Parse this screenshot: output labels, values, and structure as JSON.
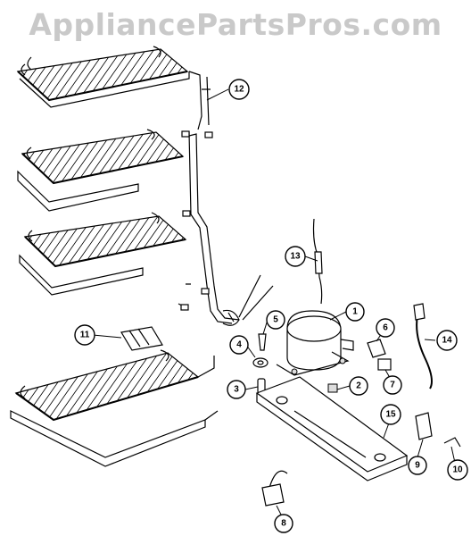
{
  "watermark": "AppliancePartsPros.com",
  "callouts": [
    {
      "id": "c1",
      "label": "1"
    },
    {
      "id": "c2",
      "label": "2"
    },
    {
      "id": "c3",
      "label": "3"
    },
    {
      "id": "c4",
      "label": "4"
    },
    {
      "id": "c5",
      "label": "5"
    },
    {
      "id": "c6",
      "label": "6"
    },
    {
      "id": "c7",
      "label": "7"
    },
    {
      "id": "c8",
      "label": "8"
    },
    {
      "id": "c9",
      "label": "9"
    },
    {
      "id": "c10",
      "label": "10"
    },
    {
      "id": "c11",
      "label": "11"
    },
    {
      "id": "c12",
      "label": "12"
    },
    {
      "id": "c13",
      "label": "13"
    },
    {
      "id": "c14",
      "label": "14"
    },
    {
      "id": "c15",
      "label": "15"
    }
  ]
}
